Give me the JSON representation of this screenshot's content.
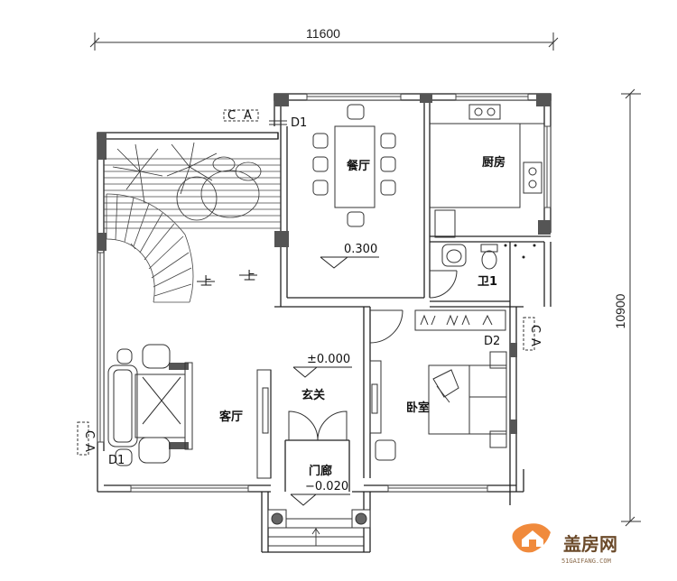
{
  "dimensions": {
    "width": "11600",
    "height": "10900"
  },
  "rooms": {
    "dining": "餐厅",
    "kitchen": "厨房",
    "bathroom": "卫1",
    "living": "客厅",
    "foyer": "玄关",
    "bedroom": "卧室",
    "porch": "门廊"
  },
  "elevations": {
    "dining": "0.300",
    "foyer": "±0.000",
    "porch": "−0.020"
  },
  "doors": {
    "d1_top": "D1",
    "d1_left": "D1",
    "d2": "D2"
  },
  "stairs": {
    "up_left": "上",
    "up_right": "上"
  },
  "section_marks": {
    "a": "C",
    "b": "A",
    "c": "C",
    "d": "A",
    "e": "C",
    "f": "A"
  },
  "watermark": {
    "name": "盖房网",
    "url": "51GAIFANG.COM"
  }
}
